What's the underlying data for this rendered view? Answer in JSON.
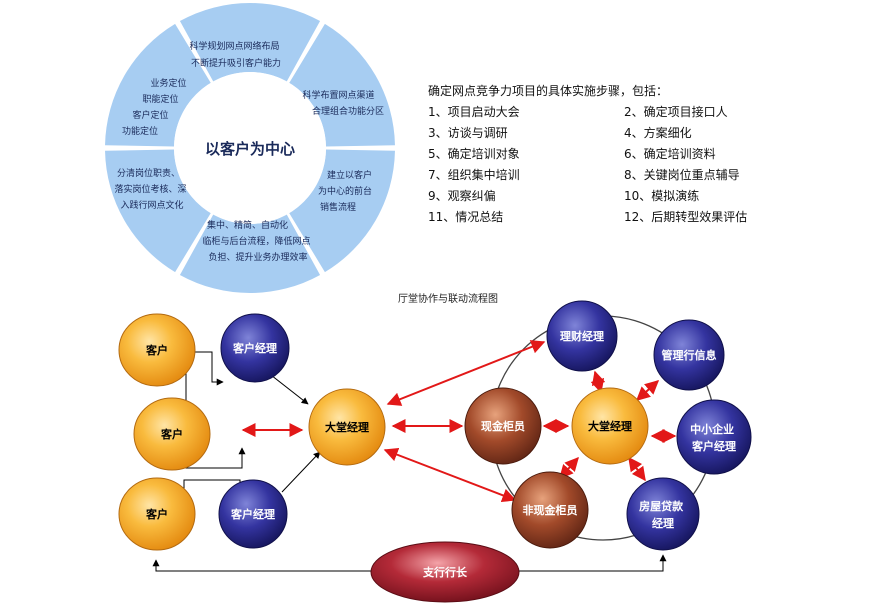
{
  "wheel": {
    "center_label": "以客户为中心",
    "segments": [
      {
        "lines": [
          "科学规划网点网络布局",
          "不断提升吸引客户能力"
        ]
      },
      {
        "lines": [
          "科学布置网点渠道",
          "合理组合功能分区"
        ]
      },
      {
        "lines": [
          "建立以客户",
          "为中心的前台",
          "销售流程"
        ]
      },
      {
        "lines": [
          "集中、精简、自动化",
          "临柜与后台流程，降低网点",
          "负担、提升业务办理效率"
        ]
      },
      {
        "lines": [
          "分清岗位职责、",
          "落实岗位考核、深",
          "入践行网点文化"
        ]
      },
      {
        "lines": [
          "业务定位",
          "职能定位",
          "客户定位",
          "功能定位"
        ]
      }
    ]
  },
  "steps": {
    "title": "确定网点竞争力项目的具体实施步骤，包括：",
    "items": [
      "1、项目启动大会",
      "2、确定项目接口人",
      "3、访谈与调研",
      "4、方案细化",
      "5、确定培训对象",
      "6、确定培训资料",
      "7、组织集中培训",
      "8、关键岗位重点辅导",
      "9、观察纠偏",
      "10、模拟演练",
      "11、情况总结",
      "12、后期转型效果评估"
    ]
  },
  "flow": {
    "title": "厅堂协作与联动流程图",
    "customer_1": "客户",
    "customer_2": "客户",
    "customer_3": "客户",
    "cust_manager_top": "客户经理",
    "cust_manager_bottom": "客户经理",
    "lobby_manager_left": "大堂经理",
    "cash_teller": "现金柜员",
    "lobby_manager_center": "大堂经理",
    "financial_manager": "理财经理",
    "management_info": "管理行信息",
    "sme_manager": [
      "中小企业",
      "客户经理"
    ],
    "non_cash_teller": "非现金柜员",
    "mortgage_manager": [
      "房屋贷款",
      "经理"
    ],
    "branch_president": "支行行长"
  },
  "colors": {
    "wheel_segment": "#a7cdf2",
    "wheel_text": "#1a2a5a",
    "orange": "#f6a21f",
    "navy": "#23237a",
    "brown": "#8a3a22",
    "maroon": "#a01c2a",
    "red_arrow": "#e21818",
    "black_arrow": "#000000"
  }
}
